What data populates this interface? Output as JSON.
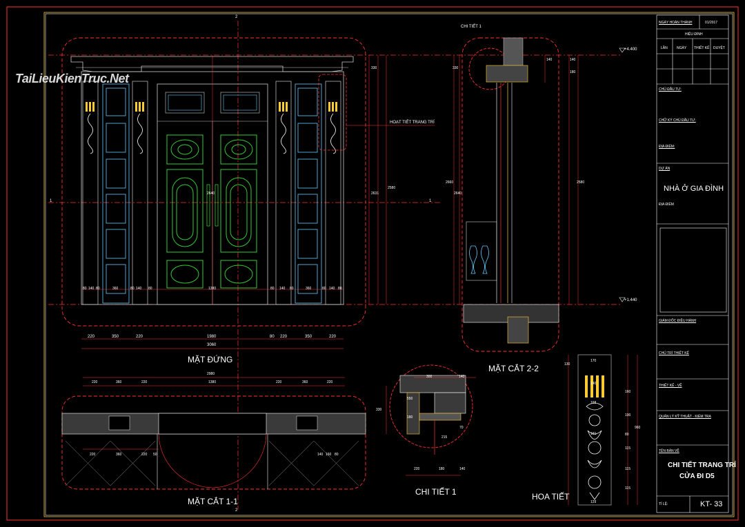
{
  "watermark": "TaiLieuKienTruc.Net",
  "views": {
    "elevation_title": "MẶT ĐỨNG",
    "section11_title": "MẶT CẮT 1-1",
    "section22_title": "MẶT CẮT 2-2",
    "detail1_title": "CHI TIẾT 1",
    "ornament_title": "HOA TIẾT",
    "detail1_callout": "CHI TIẾT 1",
    "ornament_callout": "HOẠT TIẾT TRANG TRÍ",
    "level_top": "+4.400",
    "level_bottom": "+1.440",
    "axis_1": "1",
    "axis_2": "2"
  },
  "dims": {
    "elev_bottom": [
      "220",
      "350",
      "220",
      "1980",
      "80",
      "220",
      "350",
      "220"
    ],
    "elev_total": "3060",
    "elev_inner": [
      "80",
      "140",
      "80",
      "360",
      "80",
      "140",
      "80",
      "1380",
      "80",
      "140",
      "80",
      "360",
      "80",
      "140",
      "80"
    ],
    "elev_heights": [
      "330",
      "2640",
      "2631",
      "2580"
    ],
    "sec11_top": [
      "220",
      "360",
      "220",
      "1380",
      "220",
      "360",
      "220"
    ],
    "sec11_total": "2980",
    "sec11_bottom": [
      "220",
      "360",
      "220",
      "50",
      "140",
      "160",
      "80"
    ],
    "sec22_heights": [
      "330",
      "2660",
      "2640",
      "2580"
    ],
    "sec22_right": [
      "140",
      "180",
      "140"
    ],
    "det1": [
      "300",
      "140",
      "550",
      "180",
      "220",
      "180",
      "140",
      "215",
      "70",
      "330"
    ],
    "orn": [
      "170",
      "140",
      "168",
      "161",
      "129",
      "130",
      "160",
      "100",
      "115",
      "80",
      "115",
      "115",
      "960"
    ]
  },
  "title_block": {
    "date_label": "NGÀY HOÀN THÀNH",
    "date_value": "01/2017",
    "revision_header": "HIỆU ĐÍNH",
    "rev_cols": [
      "LẦN",
      "NGÀY",
      "THIẾT KẾ",
      "DUYỆT"
    ],
    "investor": "CHỦ ĐẦU TƯ:",
    "investor_sign": "CHỮ KÝ CHỦ ĐẦU TƯ:",
    "location": "ĐỊA ĐIỂM:",
    "project_label": "DỰ ÁN",
    "project_name": "NHÀ Ở GIA ĐÌNH",
    "project_location": "ĐỊA ĐIỂM",
    "director": "GIÁM ĐỐC ĐIỀU HÀNH",
    "chief_design": "CHỦ TRÌ THIẾT KẾ",
    "designer": "THIẾT KẾ - VẼ",
    "qa": "QUẢN LÝ KỸ THUẬT - KIỂM TRA",
    "drawing_name_label": "TÊN BẢN VẼ",
    "drawing_name_1": "CHI TIẾT TRANG TRÍ",
    "drawing_name_2": "CỬA ĐI D5",
    "scale_label": "TỈ LỆ:",
    "sheet_no": "KT- 33"
  },
  "colors": {
    "background": "#000000",
    "frame": "#ffffff",
    "dim": "#ff3333",
    "glass": "#66ccff",
    "ornament": "#33cc33",
    "detail": "#ffcc33",
    "wood": "#cccccc"
  }
}
